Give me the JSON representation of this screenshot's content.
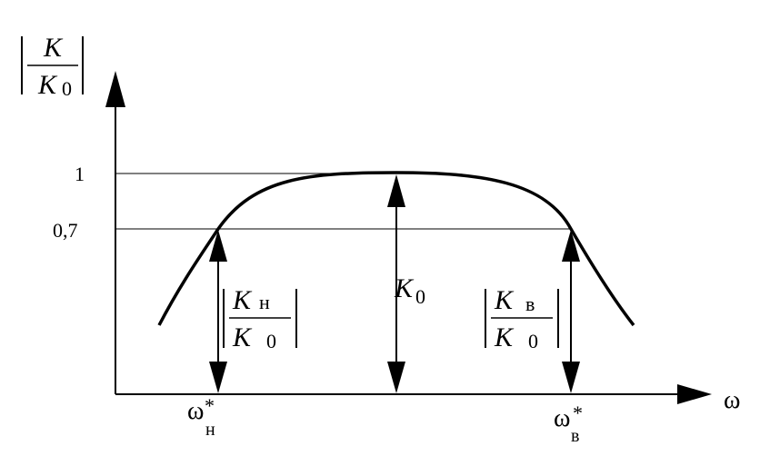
{
  "y_axis": {
    "numerator": "K",
    "denominator_base": "K",
    "denominator_sub": "0"
  },
  "x_axis": {
    "label": "ω"
  },
  "levels": [
    {
      "label": "1",
      "value": 1.0
    },
    {
      "label": "0,7",
      "value": 0.7
    }
  ],
  "center_arrow": {
    "base": "K",
    "sub": "0"
  },
  "left_arrow": {
    "num_base": "K",
    "num_sub": "н",
    "den_base": "K",
    "den_sub": "0"
  },
  "right_arrow": {
    "num_base": "K",
    "num_sub": "в",
    "den_base": "K",
    "den_sub": "0"
  },
  "left_freq": {
    "base": "ω",
    "sub": "н",
    "sup": "*"
  },
  "right_freq": {
    "base": "ω",
    "sub": "в",
    "sup": "*"
  }
}
